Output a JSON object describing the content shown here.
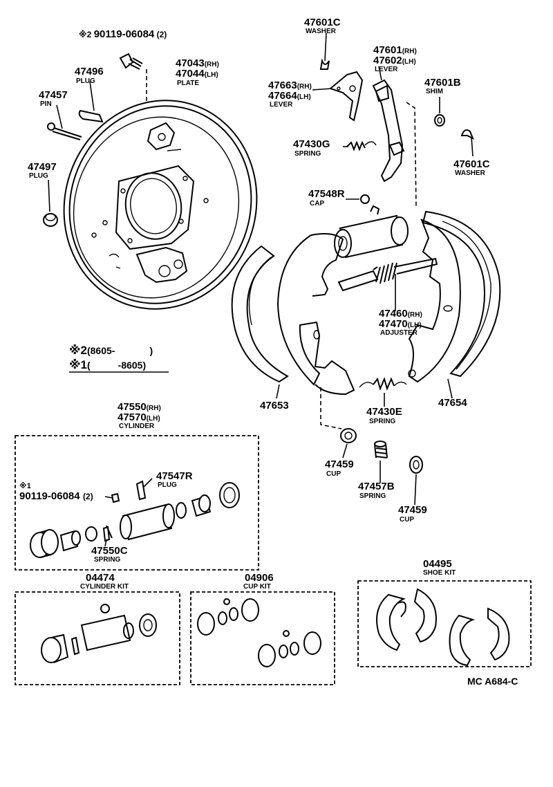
{
  "parts": {
    "bolt_top": {
      "star": "※2",
      "number": "90119-06084",
      "qty": "(2)"
    },
    "plug_47496": {
      "number": "47496",
      "label": "PLUG"
    },
    "pin_47457": {
      "number": "47457",
      "label": "PIN"
    },
    "plug_47497": {
      "number": "47497",
      "label": "PLUG"
    },
    "plate": {
      "number_rh": "47043",
      "suffix_rh": "(RH)",
      "number_lh": "47044",
      "suffix_lh": "(LH)",
      "label": "PLATE"
    },
    "washer_top": {
      "number": "47601C",
      "label": "WASHER"
    },
    "lever_right": {
      "number_rh": "47601",
      "suffix_rh": "(RH)",
      "number_lh": "47602",
      "suffix_lh": "(LH)",
      "label": "LEVER"
    },
    "lever_left": {
      "number_rh": "47663",
      "suffix_rh": "(RH)",
      "number_lh": "47664",
      "suffix_lh": "(LH)",
      "label": "LEVER"
    },
    "shim": {
      "number": "47601B",
      "label": "SHIM"
    },
    "spring_g": {
      "number": "47430G",
      "label": "SPRING"
    },
    "washer_right": {
      "number": "47601C",
      "label": "WASHER"
    },
    "cap": {
      "number": "47548R",
      "label": "CAP"
    },
    "adjuster": {
      "number_rh": "47460",
      "suffix_rh": "(RH)",
      "number_lh": "47470",
      "suffix_lh": "(LH)",
      "label": "ADJUSTER"
    },
    "shoe_left": {
      "number": "47653"
    },
    "shoe_right": {
      "number": "47654"
    },
    "spring_e": {
      "number": "47430E",
      "label": "SPRING"
    },
    "cup_left": {
      "number": "47459",
      "label": "CUP"
    },
    "spring_b": {
      "number": "47457B",
      "label": "SPRING"
    },
    "cup_right": {
      "number": "47459",
      "label": "CUP"
    },
    "cylinder": {
      "number_rh": "47550",
      "suffix_rh": "(RH)",
      "number_lh": "47570",
      "suffix_lh": "(LH)",
      "label": "CYLINDER"
    },
    "plug_47547": {
      "number": "47547R",
      "label": "PLUG"
    },
    "bolt_cyl": {
      "star": "※1",
      "number": "90119-06084",
      "qty": "(2)"
    },
    "spring_c": {
      "number": "47550C",
      "label": "SPRING"
    },
    "cylinder_kit": {
      "number": "04474",
      "label": "CYLINDER KIT"
    },
    "cup_kit": {
      "number": "04906",
      "label": "CUP KIT"
    },
    "shoe_kit": {
      "number": "04495",
      "label": "SHOE KIT"
    }
  },
  "notes": {
    "note2": {
      "mark": "※2",
      "range": "(8605-",
      "close": ")"
    },
    "note1": {
      "mark": "※1",
      "range": "(",
      "end": "-8605)"
    }
  },
  "footer": {
    "code": "MC A684-C"
  }
}
